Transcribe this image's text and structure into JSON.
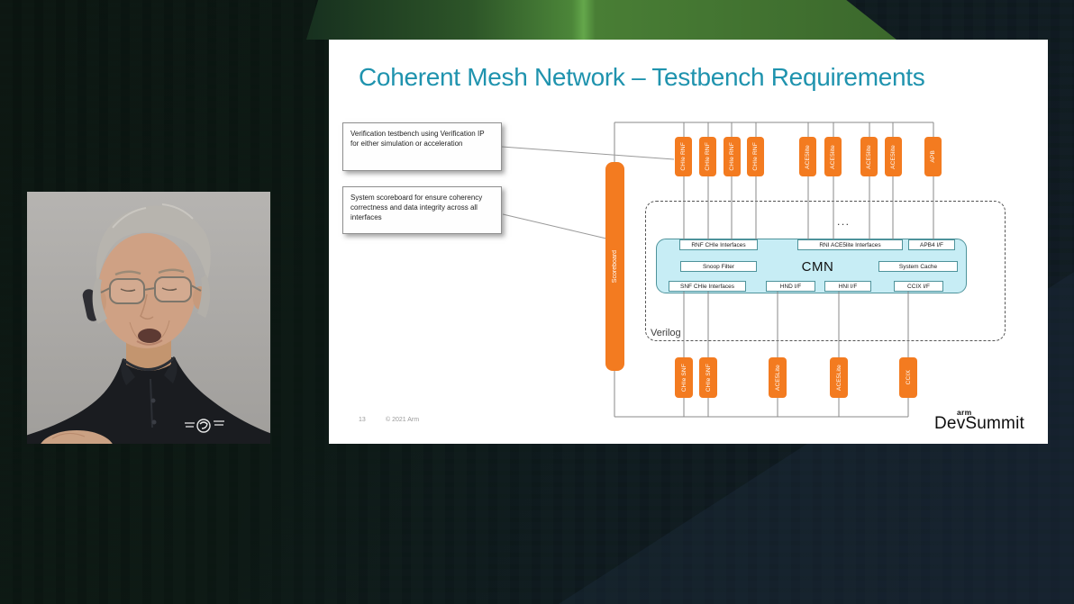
{
  "slide": {
    "title": "Coherent Mesh Network – Testbench Requirements",
    "callout_1": "Verification testbench using Verification IP for either simulation or acceleration",
    "callout_2": "System scoreboard for ensure coherency correctness and data integrity across all interfaces",
    "scoreboard": "Scoreboard",
    "verilog": "Verilog",
    "ellipsis": "...",
    "top_ports": [
      "CHIe RNF",
      "CHIe RNF",
      "CHIe RNF",
      "CHIe RNF",
      "ACE5lite",
      "ACE5lite",
      "ACE5lite",
      "ACE5lite",
      "APB"
    ],
    "bottom_ports": [
      "CHIe SNF",
      "CHIe SNF",
      "ACE5Lite",
      "ACE5Lite",
      "CCIX"
    ],
    "cmn": {
      "label": "CMN",
      "top_boxes": [
        "RNF CHIe Interfaces",
        "RNI ACE5lite Interfaces",
        "APB4 I/F"
      ],
      "left_box": "Snoop Filter",
      "right_box": "System Cache",
      "bottom_boxes": [
        "SNF CHIe Interfaces",
        "HND I/F",
        "HNI I/F",
        "CCIX I/F"
      ]
    },
    "footer": {
      "page": "13",
      "copyright": "© 2021 Arm"
    },
    "logo": {
      "arm": "arm",
      "main": "DevSummit"
    }
  },
  "colors": {
    "accent_orange": "#f37b20",
    "title_teal": "#1f93ae",
    "cmn_fill": "#c7edf5",
    "cmn_border": "#4e939b",
    "wire_gray": "#8a8a8a",
    "background_green": "#4c8639",
    "background_dark": "#0f1a1f"
  }
}
